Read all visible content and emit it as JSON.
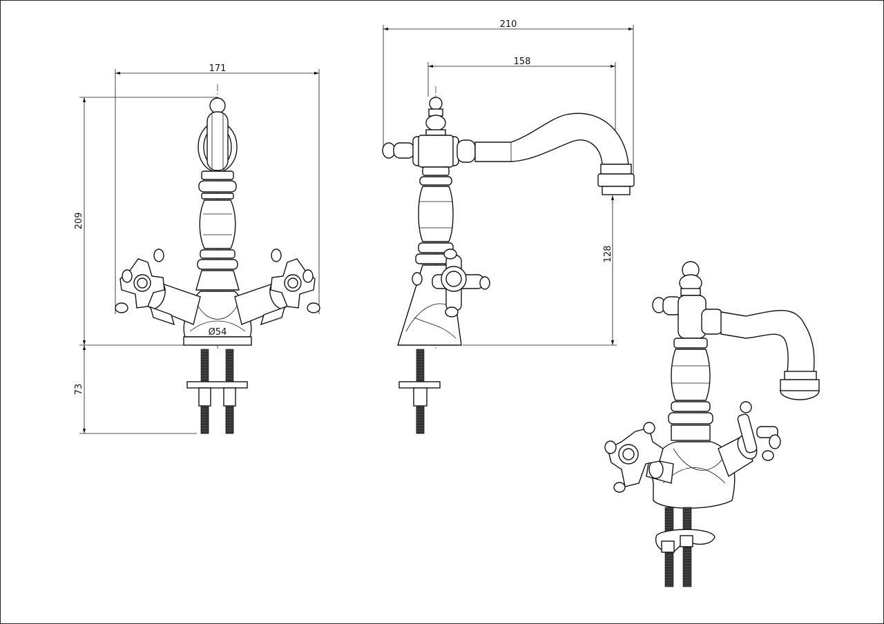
{
  "dimensions": {
    "front_width": "171",
    "front_height": "209",
    "front_below": "73",
    "front_diameter": "Ø54",
    "side_total_width": "210",
    "side_spout_reach": "158",
    "side_spout_height": "128"
  }
}
